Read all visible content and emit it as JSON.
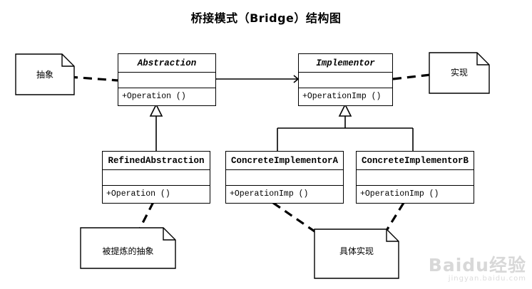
{
  "title": "桥接模式（Bridge）结构图",
  "classes": [
    {
      "id": "abstraction",
      "name": "Abstraction",
      "italic": true,
      "operations": "+Operation ()"
    },
    {
      "id": "implementor",
      "name": "Implementor",
      "italic": true,
      "operations": "+OperationImp ()"
    },
    {
      "id": "refined-abstraction",
      "name": "RefinedAbstraction",
      "italic": false,
      "operations": "+Operation ()"
    },
    {
      "id": "concrete-implementor-a",
      "name": "ConcreteImplementorA",
      "italic": false,
      "operations": "+OperationImp ()"
    },
    {
      "id": "concrete-implementor-b",
      "name": "ConcreteImplementorB",
      "italic": false,
      "operations": "+OperationImp ()"
    }
  ],
  "notes": [
    {
      "id": "note-abstract",
      "text": "抽象"
    },
    {
      "id": "note-implement",
      "text": "实现"
    },
    {
      "id": "note-refined-abstract",
      "text": "被提炼的抽象"
    },
    {
      "id": "note-concrete-implement",
      "text": "具体实现"
    }
  ],
  "watermark": {
    "main": "Baidu经验",
    "sub": "jingyan.baidu.com"
  },
  "colors": {
    "stroke": "#000000",
    "fill": "#ffffff",
    "background": "#ffffff",
    "watermark": "#d8d8d8"
  }
}
